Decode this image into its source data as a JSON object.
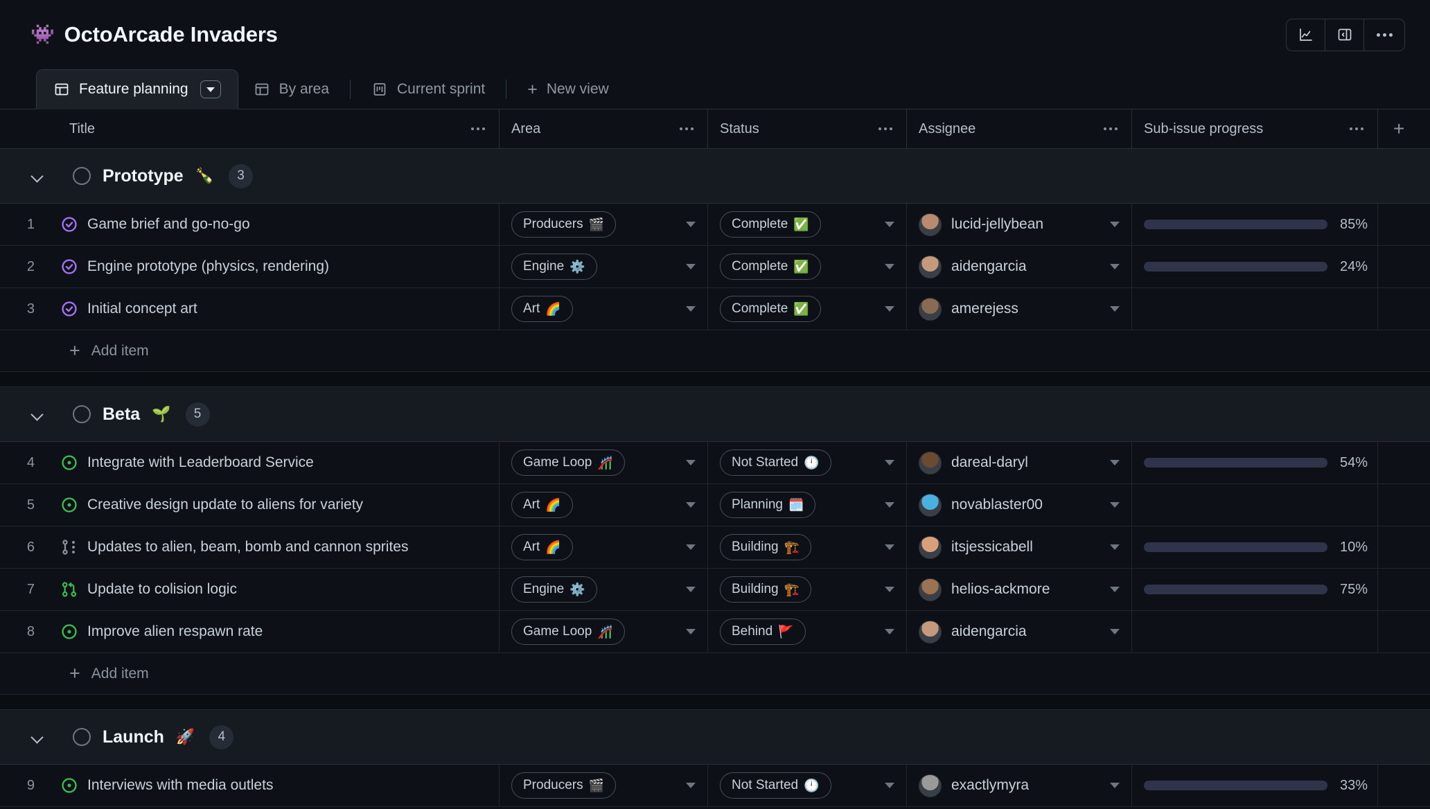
{
  "header": {
    "project_emoji": "👾",
    "project_title": "OctoArcade Invaders",
    "actions": [
      {
        "name": "insights-button",
        "icon": "line-chart-icon"
      },
      {
        "name": "toggle-panel-button",
        "icon": "side-panel-icon"
      },
      {
        "name": "more-options-button",
        "icon": "kebab-icon"
      }
    ]
  },
  "tabs": [
    {
      "label": "Feature planning",
      "icon": "table-view-icon",
      "active": true,
      "has_caret": true
    },
    {
      "label": "By area",
      "icon": "table-view-icon",
      "active": false
    },
    {
      "label": "Current sprint",
      "icon": "board-view-icon",
      "active": false
    },
    {
      "label": "New view",
      "icon": "plus-icon",
      "active": false
    }
  ],
  "columns": [
    {
      "key": "title",
      "label": "Title"
    },
    {
      "key": "area",
      "label": "Area"
    },
    {
      "key": "status",
      "label": "Status"
    },
    {
      "key": "assignee",
      "label": "Assignee"
    },
    {
      "key": "progress",
      "label": "Sub-issue progress"
    }
  ],
  "add_column_label": "+",
  "add_item_label": "Add item",
  "groups": [
    {
      "name": "Prototype",
      "emoji": "🍾",
      "count": "3",
      "rows": [
        {
          "num": "1",
          "state": "issue-closed-icon",
          "title": "Game brief and go-no-go",
          "area": "Producers",
          "area_emoji": "🎬",
          "status": "Complete",
          "status_emoji": "✅",
          "assignee": "lucid-jellybean",
          "avatar_color": "#b98a6f",
          "progress": 85,
          "progress_label": "85%"
        },
        {
          "num": "2",
          "state": "issue-closed-icon",
          "title": "Engine prototype (physics, rendering)",
          "area": "Engine",
          "area_emoji": "⚙️",
          "status": "Complete",
          "status_emoji": "✅",
          "assignee": "aidengarcia",
          "avatar_color": "#c49a7a",
          "progress": 24,
          "progress_label": "24%"
        },
        {
          "num": "3",
          "state": "issue-closed-icon",
          "title": "Initial concept art",
          "area": "Art",
          "area_emoji": "🌈",
          "status": "Complete",
          "status_emoji": "✅",
          "assignee": "amerejess",
          "avatar_color": "#8a6a52",
          "progress": null,
          "progress_label": ""
        }
      ]
    },
    {
      "name": "Beta",
      "emoji": "🌱",
      "count": "5",
      "rows": [
        {
          "num": "4",
          "state": "issue-open-icon",
          "title": "Integrate with Leaderboard Service",
          "area": "Game Loop",
          "area_emoji": "🎢",
          "status": "Not Started",
          "status_emoji": "🕛",
          "assignee": "dareal-daryl",
          "avatar_color": "#6b4a32",
          "progress": 54,
          "progress_label": "54%"
        },
        {
          "num": "5",
          "state": "issue-open-icon",
          "title": "Creative design update to aliens for variety",
          "area": "Art",
          "area_emoji": "🌈",
          "status": "Planning",
          "status_emoji": "🗓️",
          "assignee": "novablaster00",
          "avatar_color": "#4ab0e0",
          "progress": null,
          "progress_label": ""
        },
        {
          "num": "6",
          "state": "pr-draft-icon",
          "title": "Updates to alien, beam, bomb and cannon sprites",
          "area": "Art",
          "area_emoji": "🌈",
          "status": "Building",
          "status_emoji": "🏗️",
          "assignee": "itsjessicabell",
          "avatar_color": "#d8a07a",
          "progress": 10,
          "progress_label": "10%"
        },
        {
          "num": "7",
          "state": "pr-open-icon",
          "title": "Update to colision logic",
          "area": "Engine",
          "area_emoji": "⚙️",
          "status": "Building",
          "status_emoji": "🏗️",
          "assignee": "helios-ackmore",
          "avatar_color": "#9d7252",
          "progress": 75,
          "progress_label": "75%"
        },
        {
          "num": "8",
          "state": "issue-open-icon",
          "title": "Improve alien respawn rate",
          "area": "Game Loop",
          "area_emoji": "🎢",
          "status": "Behind",
          "status_emoji": "🚩",
          "assignee": "aidengarcia",
          "avatar_color": "#c49a7a",
          "progress": null,
          "progress_label": ""
        }
      ]
    },
    {
      "name": "Launch",
      "emoji": "🚀",
      "count": "4",
      "rows": [
        {
          "num": "9",
          "state": "issue-open-icon",
          "title": "Interviews with media outlets",
          "area": "Producers",
          "area_emoji": "🎬",
          "status": "Not Started",
          "status_emoji": "🕛",
          "assignee": "exactlymyra",
          "avatar_color": "#9a9a9a",
          "progress": 33,
          "progress_label": "33%"
        }
      ]
    }
  ],
  "colors": {
    "background": "#0d1117",
    "progress_fill": "#8957e5",
    "progress_track": "#30344a",
    "issue_open": "#3fb950",
    "issue_closed": "#a371f7",
    "border": "#21262d"
  }
}
